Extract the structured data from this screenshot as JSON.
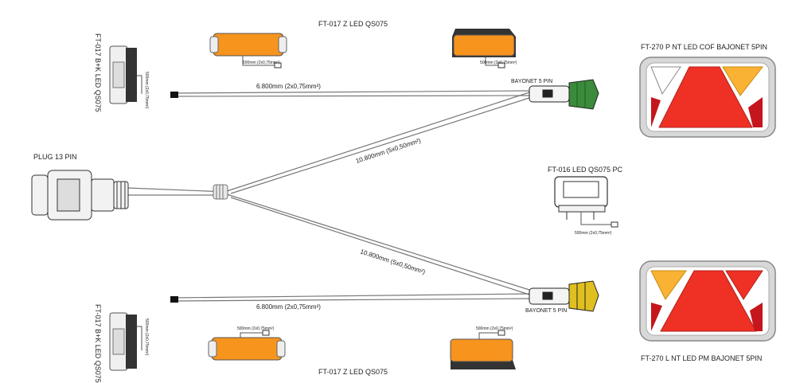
{
  "labels": {
    "top_marker": "FT-017 Z LED  QS075",
    "bottom_marker": "FT-017 Z LED  QS075",
    "left_top_marker": "FT-017 B+K LED QS075",
    "left_bottom_marker": "FT-017 B+K LED QS075",
    "plug": "PLUG 13 PIN",
    "bayonet_top": "BAYONET 5 PIN",
    "bayonet_bottom": "BAYONET 5 PIN",
    "right_top_lamp": "FT-270 P NT LED COF BAJONET 5PIN",
    "right_bottom_lamp": "FT-270 L NT LED PM BAJONET 5PIN",
    "plate_lamp": "FT-016 LED QS075 PC",
    "cable_top": "6.800mm  (2x0,75mm²)",
    "cable_bottom": "6.800mm  (2x0,75mm²)",
    "cable_branch_top": "10.800mm  (5x0,50mm²)",
    "cable_branch_bottom": "10.800mm  (5x0,50mm²)",
    "lead_top_left": "500mm (2x0,75mm²)",
    "lead_top_right": "500mm (2x0,75mm²)",
    "lead_bottom_left": "500mm (2x0,75mm²)",
    "lead_bottom_right": "500mm (2x0,75mm²)",
    "lead_plate": "500mm (2x0,75mm²)",
    "lead_left_top": "500mm (2x0,75mm²)",
    "lead_left_bottom": "500mm (2x0,75mm²)"
  },
  "colors": {
    "amber": "#f7941d",
    "red": "#ee3124",
    "dark_red": "#c4161c",
    "yellow": "#f9b233",
    "green_connector": "#3c8a3c",
    "yellow_connector": "#e0c020",
    "cable": "#666666"
  }
}
